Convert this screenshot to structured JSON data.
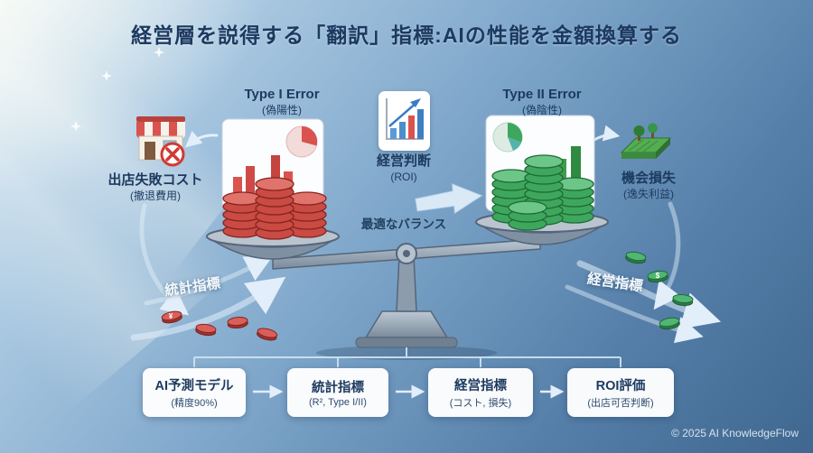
{
  "title": "経営層を説得する「翻訳」指標:AIの性能を金額換算する",
  "left": {
    "error_title": "Type I Error",
    "error_sub": "(偽陽性)",
    "cost_title": "出店失敗コスト",
    "cost_sub": "(撤退費用)",
    "path_label": "統計指標"
  },
  "center": {
    "judgment_title": "経営判断",
    "judgment_sub": "(ROI)",
    "balance_label": "最適なバランス"
  },
  "right": {
    "error_title": "Type II Error",
    "error_sub": "(偽陰性)",
    "loss_title": "機会損失",
    "loss_sub": "(逸失利益)",
    "path_label": "経営指標"
  },
  "coin_symbols": {
    "yen": "¥",
    "dollar": "$"
  },
  "flow": [
    {
      "title": "AI予測モデル",
      "sub": "(精度90%)"
    },
    {
      "title": "統計指標",
      "sub": "(R², Type I/II)"
    },
    {
      "title": "経営指標",
      "sub": "(コスト, 損失)"
    },
    {
      "title": "ROI評価",
      "sub": "(出店可否判断)"
    }
  ],
  "colors": {
    "red_coins": "#c94b44",
    "green_coins": "#3fa75d",
    "navy_text": "#1d3a5f",
    "background_top": "#d3e5f3",
    "background_bottom": "#3f678f"
  },
  "copyright": "© 2025 AI KnowledgeFlow"
}
